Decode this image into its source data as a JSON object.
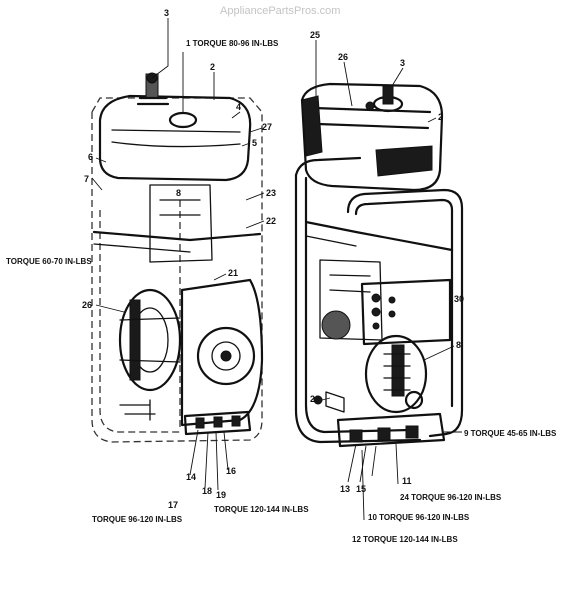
{
  "watermark": "AppliancePartsPros.com",
  "left_view": {
    "labels": {
      "p3": "3",
      "p2": "2",
      "p4": "4",
      "p27": "27",
      "p6": "6",
      "p7": "7",
      "p8": "8",
      "p5": "5",
      "p23": "23",
      "p22": "22",
      "p21": "21",
      "p26": "26",
      "p14": "14",
      "p18": "18",
      "p16": "16",
      "p19": "19",
      "p17": "17"
    },
    "torque": {
      "t1": "1 TORQUE 80-96 IN-LBS",
      "t_left": "TORQUE 60-70 IN-LBS",
      "t_bottom_left": "TORQUE 96-120 IN-LBS",
      "t_bottom_right": "TORQUE 120-144 IN-LBS"
    }
  },
  "right_view": {
    "labels": {
      "p25": "25",
      "p26": "26",
      "p3": "3",
      "p2": "2",
      "p30": "30",
      "p8": "8",
      "p28": "28",
      "p13": "13",
      "p15": "15",
      "p11": "11"
    },
    "torque": {
      "t9": "9 TORQUE 45-65 IN-LBS",
      "t24": "24 TORQUE 96-120 IN-LBS",
      "t10": "10 TORQUE 96-120 IN-LBS",
      "t12": "12 TORQUE 120-144 IN-LBS"
    }
  }
}
